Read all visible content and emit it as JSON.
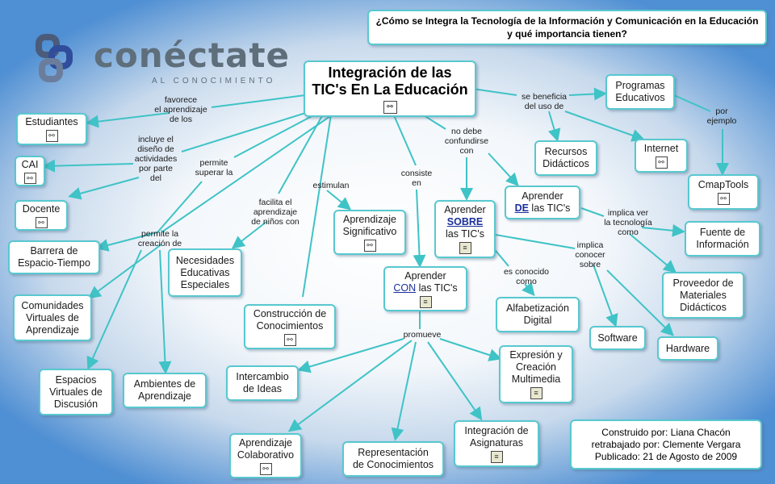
{
  "question": "¿Cómo se Integra la Tecnología de la Información y Comunicación en la Educación\ny qué importancia tienen?",
  "logo": {
    "text": "conéctate",
    "subtitle": "AL CONOCIMIENTO"
  },
  "main": {
    "line1": "Integración de las",
    "line2": "TIC's En La Educación"
  },
  "nodes": {
    "estudiantes": "Estudiantes",
    "cai": "CAI",
    "docente": "Docente",
    "barrera": "Barrera de\nEspacio-Tiempo",
    "comunidades": "Comunidades\nVirtuales de\nAprendizaje",
    "espacios": "Espacios\nVirtuales de\nDiscusión",
    "ambientes": "Ambientes de\nAprendizaje",
    "necesidades": "Necesidades\nEducativas\nEspeciales",
    "construccion": "Construcción de\nConocimientos",
    "significativo": "Aprendizaje\nSignificativo",
    "intercambio": "Intercambio\nde Ideas",
    "colaborativo": "Aprendizaje\nColaborativo",
    "representacion": "Representación\nde Conocimientos",
    "asignaturas": "Integración de\nAsignaturas",
    "expresion": "Expresión y\nCreación\nMultimedia",
    "alfabetizacion": "Alfabetización\nDigital",
    "software": "Software",
    "hardware": "Hardware",
    "proveedor": "Proveedor de\nMateriales\nDidácticos",
    "fuente": "Fuente de\nInformación",
    "cmaptools": "CmapTools",
    "internet": "Internet",
    "recursos": "Recursos\nDidácticos",
    "programas": "Programas\nEducativos",
    "sobre": {
      "a": "Aprender",
      "b": "SOBRE",
      "c": "las TIC's"
    },
    "de": {
      "a": "Aprender",
      "b": "DE",
      "c": "las TIC's"
    },
    "con": {
      "a": "Aprender",
      "b": "CON",
      "c": "las TIC's"
    }
  },
  "labels": {
    "favorece": "favorece\nel aprendizaje\nde los",
    "incluye": "incluye el\ndiseño de\nactividades\npor parte\ndel",
    "permite_superar": "permite\nsuperar la",
    "facilita": "facilita el\naprendizaje\nde niños con",
    "estimulan": "estimulan",
    "consiste": "consiste\nen",
    "permite_creacion": "permite la\ncreación de",
    "no_debe": "no debe\nconfundirse\ncon",
    "se_beneficia": "se beneficia\ndel uso de",
    "por_ejemplo": "por\nejemplo",
    "implica_ver": "implica ver\nla tecnología\ncomo",
    "implica_conocer": "implica\nconocer\nsobre",
    "es_conocido": "es conocido\ncomo",
    "promueve": "promueve"
  },
  "credits": {
    "line1": "Construido por: Liana Chacón",
    "line2": "retrabajado por: Clemente Vergara",
    "line3": "Publicado: 21 de Agosto de 2009"
  },
  "colors": {
    "link": "#3fc3c6",
    "border": "#58c8cf",
    "bg_edge": "#4f8fd3"
  }
}
